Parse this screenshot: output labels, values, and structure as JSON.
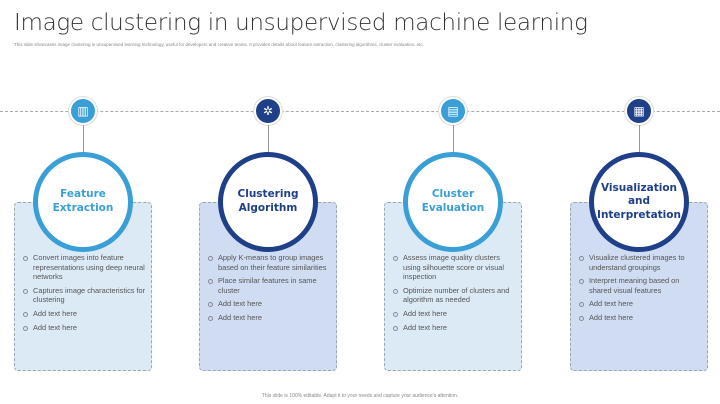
{
  "title": "Image clustering in unsupervised machine learning",
  "subtitle": "This slide showcases image clustering in unsupervised learning technology, useful for developers and creative teams. It provides details about feature extraction, clustering algorithms, cluster evaluation, etc.",
  "colors": {
    "light": "#3a9fd6",
    "dark": "#1f3f88",
    "card_light": "#dceaf6",
    "card_dark": "#cfdcf2"
  },
  "steps": [
    {
      "title": "Feature Extraction",
      "icon": "feature-extraction-icon",
      "bullets": [
        "Convert images into feature representations using deep neural networks",
        "Captures image characteristics for clustering",
        "Add text here",
        "Add text here"
      ]
    },
    {
      "title": "Clustering Algorithm",
      "icon": "network-hub-icon",
      "bullets": [
        "Apply K-means to group images based on their feature similarities",
        "Place similar features in same cluster",
        "Add text here",
        "Add text here"
      ]
    },
    {
      "title": "Cluster Evaluation",
      "icon": "clipboard-icon",
      "bullets": [
        "Assess image quality clusters using silhouette score or visual inspection",
        "Optimize number of clusters and algorithm as needed",
        "Add text here",
        "Add text here"
      ]
    },
    {
      "title": "Visualization and Interpretation",
      "icon": "report-search-icon",
      "bullets": [
        "Visualize clustered images to understand groupings",
        "Interpret meaning based on shared visual features",
        "Add text here",
        "Add text here"
      ]
    }
  ],
  "footer": "This slide is 100% editable. Adapt it to your needs and capture your audience's attention."
}
